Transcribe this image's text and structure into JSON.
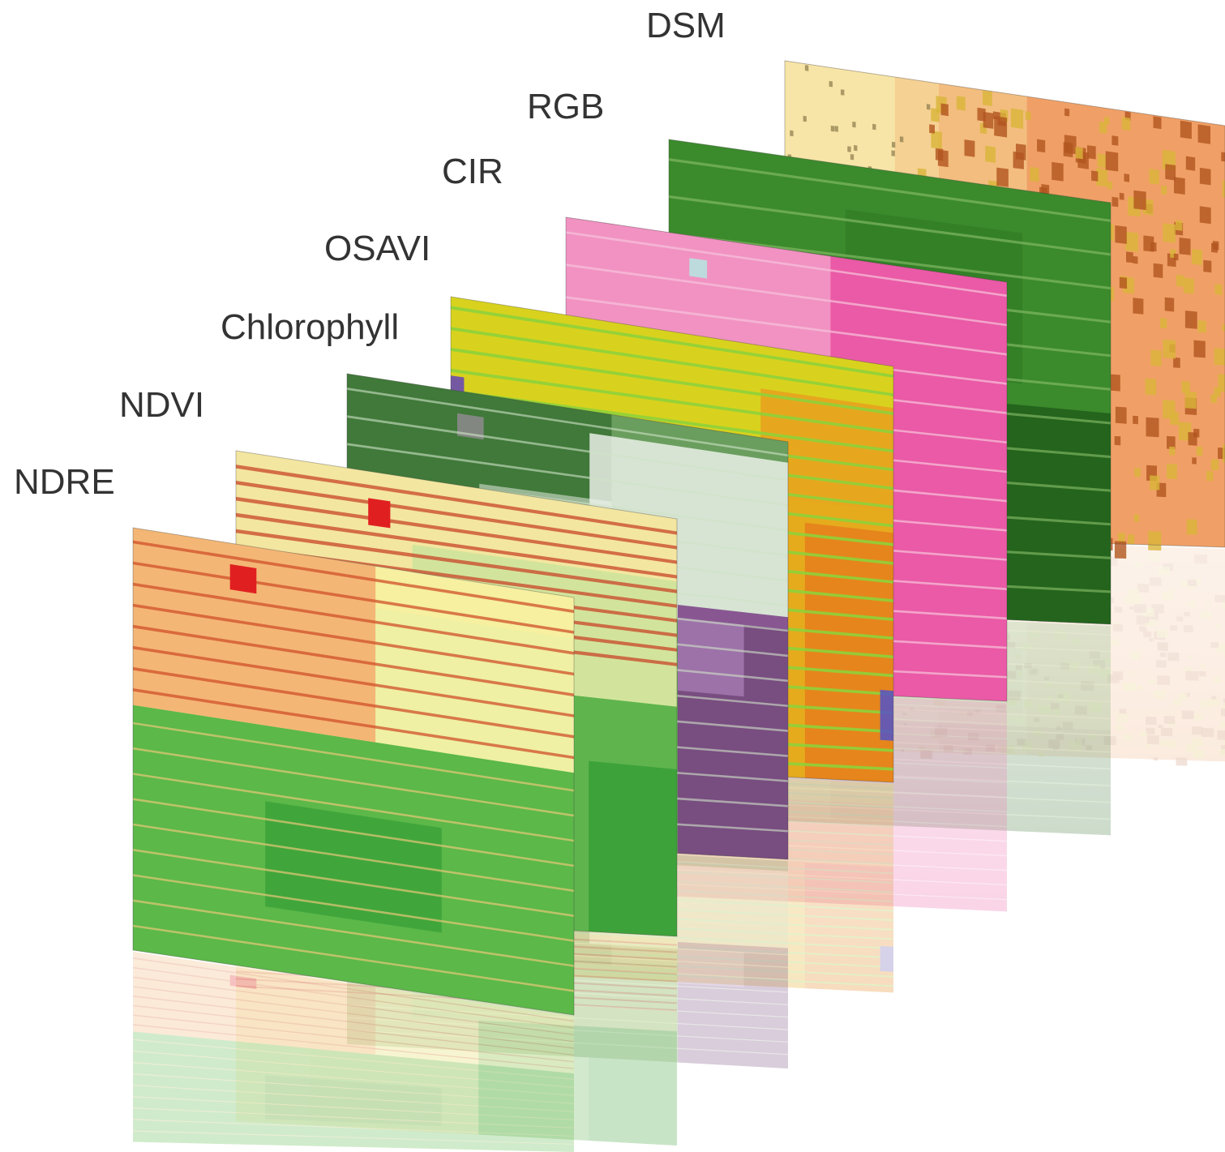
{
  "layers": [
    {
      "key": "ndre",
      "label": "NDRE",
      "palette": "ndre"
    },
    {
      "key": "ndvi",
      "label": "NDVI",
      "palette": "ndvi"
    },
    {
      "key": "chlorophyll",
      "label": "Chlorophyll",
      "palette": "chlorophyll"
    },
    {
      "key": "osavi",
      "label": "OSAVI",
      "palette": "osavi"
    },
    {
      "key": "cir",
      "label": "CIR",
      "palette": "cir"
    },
    {
      "key": "rgb",
      "label": "RGB",
      "palette": "rgb"
    },
    {
      "key": "dsm",
      "label": "DSM",
      "palette": "dsm"
    }
  ],
  "colors": {
    "label_text": "#333333",
    "background": "#ffffff",
    "ndre_low": "#f4a86a",
    "ndre_mid": "#f6f0a0",
    "ndre_high": "#3fae3a",
    "ndvi_low": "#f3e6a0",
    "ndvi_high": "#3aa83a",
    "chlorophyll_dark": "#2f6a2a",
    "chlorophyll_white": "#f2f5f0",
    "chlorophyll_purple": "#7a3e86",
    "osavi_yellow": "#d8d21e",
    "osavi_orange": "#f08a1e",
    "osavi_green": "#8ed13a",
    "cir_pink": "#ea5aa6",
    "cir_light": "#f3a0c9",
    "rgb_green": "#3b8a2c",
    "rgb_dark": "#1f5a1a",
    "dsm_yellow": "#f7ecae",
    "dsm_orange": "#f0a066",
    "dsm_dark": "#b2551f"
  }
}
